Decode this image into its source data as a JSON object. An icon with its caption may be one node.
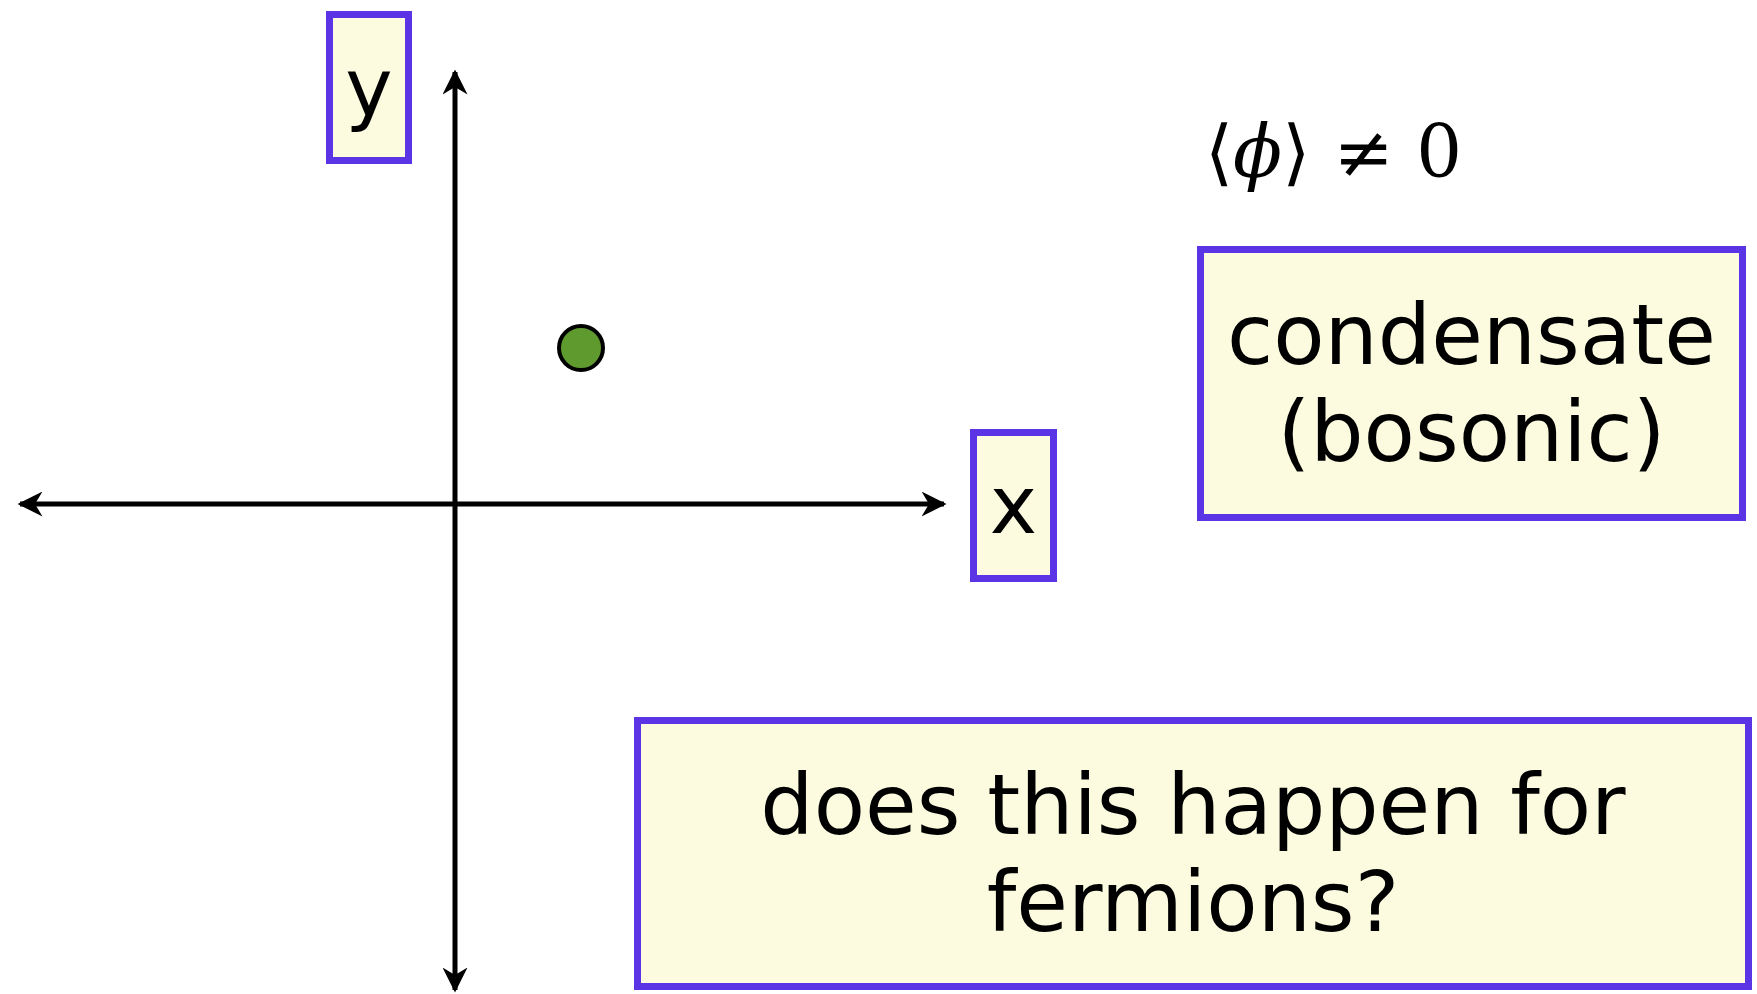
{
  "diagram": {
    "nodes": [
      {
        "text": [
          "y"
        ]
      },
      {
        "text": [
          "x"
        ]
      },
      {
        "text": [
          "condensate (bosonic)"
        ],
        "beside": [
          "⟨*ϕ*⟩ ≠ 0"
        ]
      },
      {
        "text": [
          "does this happen for fermions?"
        ]
      }
    ]
  }
}
